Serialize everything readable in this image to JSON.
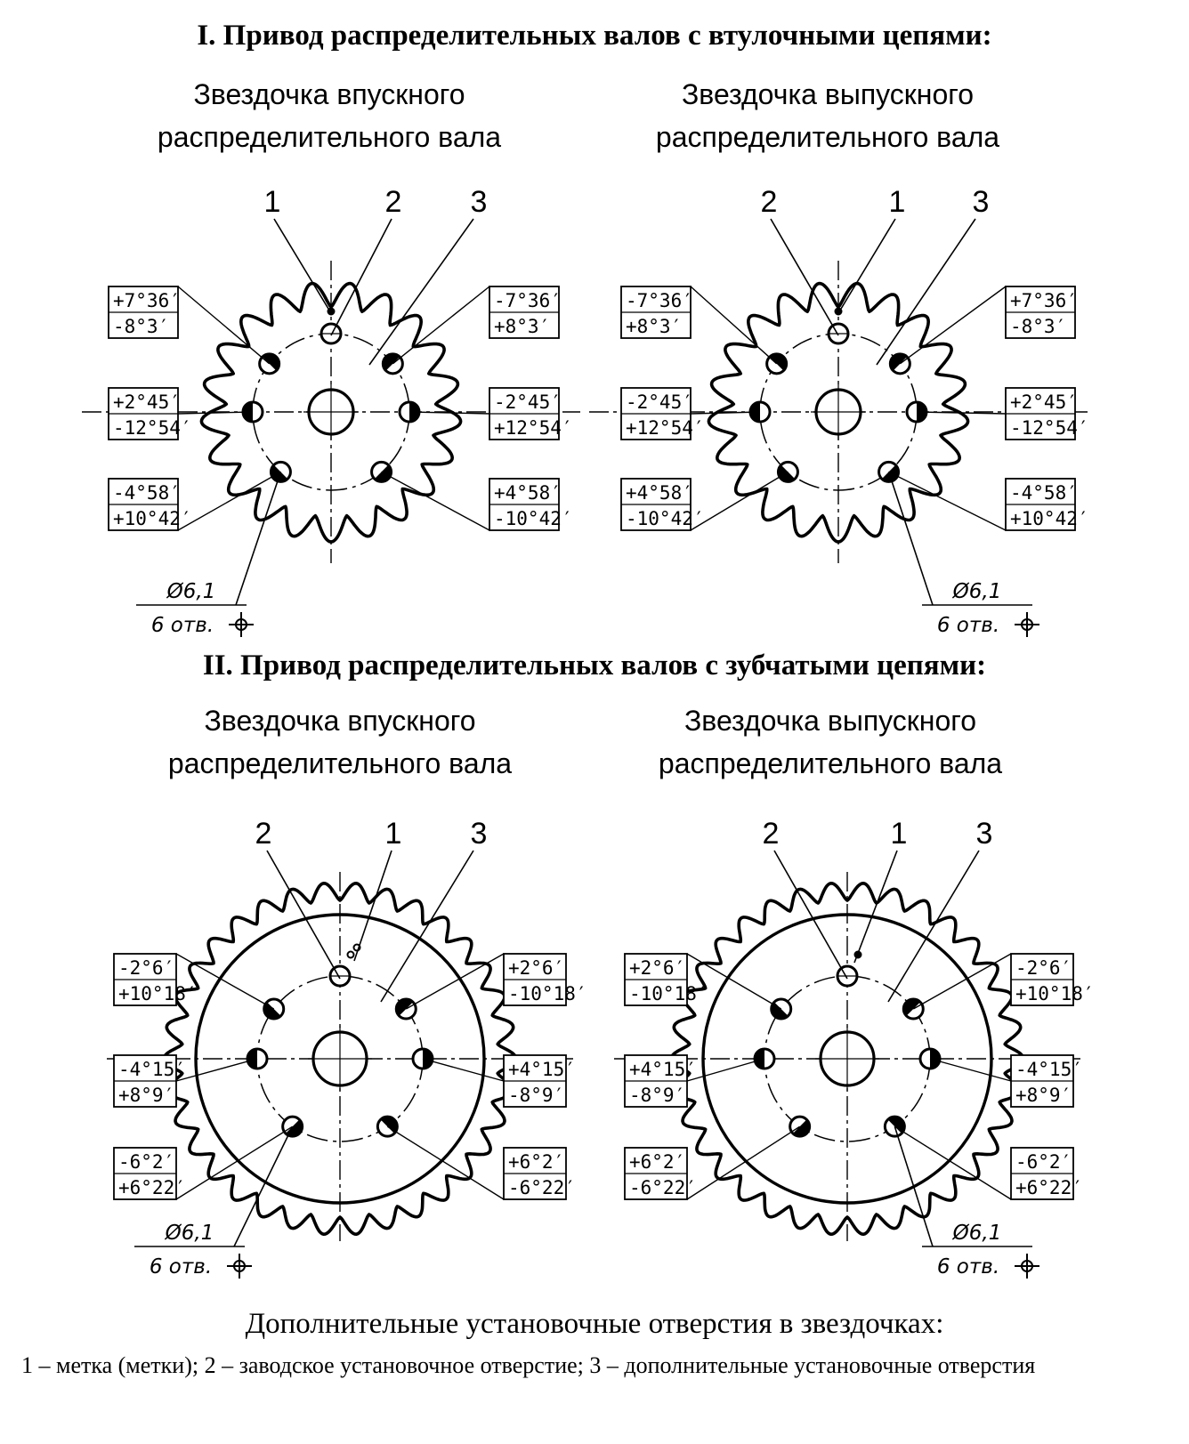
{
  "sections": [
    {
      "title": "I. Привод распределительных валов с втулочными цепями:",
      "sprockets": [
        {
          "caption": [
            "Звездочка впускного",
            "распределительного вала"
          ],
          "numbers": [
            "1",
            "2",
            "3"
          ],
          "boxes": {
            "top_left": [
              "+7°36′",
              "-8°3′"
            ],
            "mid_left": [
              "+2°45′",
              "-12°54′"
            ],
            "bot_left": [
              "-4°58′",
              "+10°42′"
            ],
            "top_right": [
              "-7°36′",
              "+8°3′"
            ],
            "mid_right": [
              "-2°45′",
              "+12°54′"
            ],
            "bot_right": [
              "+4°58′",
              "-10°42′"
            ]
          },
          "hole_label": [
            "Ø6,1",
            "6 отв."
          ]
        },
        {
          "caption": [
            "Звездочка выпускного",
            "распределительного вала"
          ],
          "numbers": [
            "2",
            "1",
            "3"
          ],
          "boxes": {
            "top_left": [
              "-7°36′",
              "+8°3′"
            ],
            "mid_left": [
              "-2°45′",
              "+12°54′"
            ],
            "bot_left": [
              "+4°58′",
              "-10°42′"
            ],
            "top_right": [
              "+7°36′",
              "-8°3′"
            ],
            "mid_right": [
              "+2°45′",
              "-12°54′"
            ],
            "bot_right": [
              "-4°58′",
              "+10°42′"
            ]
          },
          "hole_label": [
            "Ø6,1",
            "6 отв."
          ]
        }
      ]
    },
    {
      "title": "II. Привод распределительных валов с зубчатыми цепями:",
      "sprockets": [
        {
          "caption": [
            "Звездочка впускного",
            "распределительного вала"
          ],
          "numbers": [
            "2",
            "1",
            "3"
          ],
          "boxes": {
            "top_left": [
              "-2°6′",
              "+10°18′"
            ],
            "mid_left": [
              "-4°15′",
              "+8°9′"
            ],
            "bot_left": [
              "-6°2′",
              "+6°22′"
            ],
            "top_right": [
              "+2°6′",
              "-10°18′"
            ],
            "mid_right": [
              "+4°15′",
              "-8°9′"
            ],
            "bot_right": [
              "+6°2′",
              "-6°22′"
            ]
          },
          "hole_label": [
            "Ø6,1",
            "6 отв."
          ]
        },
        {
          "caption": [
            "Звездочка выпускного",
            "распределительного вала"
          ],
          "numbers": [
            "2",
            "1",
            "3"
          ],
          "boxes": {
            "top_left": [
              "+2°6′",
              "-10°18′"
            ],
            "mid_left": [
              "+4°15′",
              "-8°9′"
            ],
            "bot_left": [
              "+6°2′",
              "-6°22′"
            ],
            "top_right": [
              "-2°6′",
              "+10°18′"
            ],
            "mid_right": [
              "-4°15′",
              "+8°9′"
            ],
            "bot_right": [
              "-6°2′",
              "+6°22′"
            ]
          },
          "hole_label": [
            "Ø6,1",
            "6 отв."
          ]
        }
      ]
    }
  ],
  "footer": {
    "title": "Дополнительные установочные отверстия в звездочках:",
    "legend": "1 – метка (метки); 2 – заводское установочное отверстие; 3 – дополнительные установочные отверстия"
  }
}
